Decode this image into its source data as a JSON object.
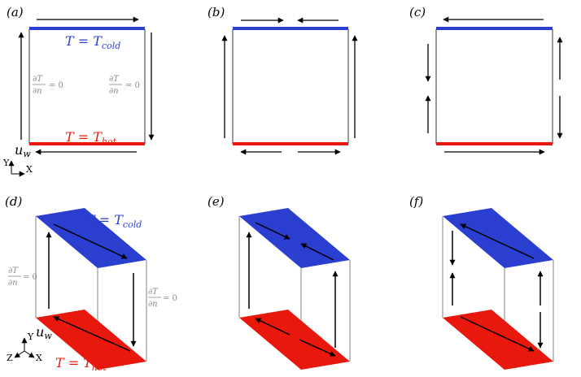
{
  "colors": {
    "cold": "#2a3fd0",
    "hot": "#e8180c",
    "side_wall": "#9a9a9a",
    "arrow": "#000000",
    "bc_text": "#8a8a8a"
  },
  "panels": {
    "a": "(a)",
    "b": "(b)",
    "c": "(c)",
    "d": "(d)",
    "e": "(e)",
    "f": "(f)"
  },
  "labels": {
    "T": "T",
    "eq": " = ",
    "T_plain": "T",
    "cold_sub": "cold",
    "hot_sub": "hot",
    "bc_partial_T": "∂T",
    "bc_partial_n": "∂n",
    "bc_eq_zero": "= 0",
    "u": "u",
    "w": "w",
    "axis_x": "X",
    "axis_y": "Y",
    "axis_z": "Z"
  }
}
